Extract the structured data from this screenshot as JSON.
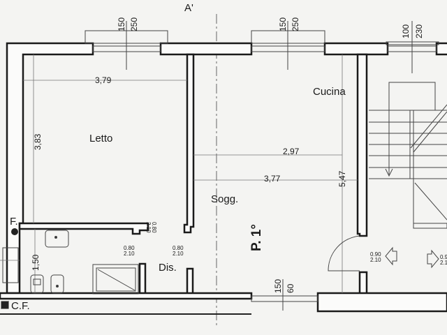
{
  "plan": {
    "section_mark": "A'",
    "floor_label": "P. 1°",
    "rooms": {
      "letto": "Letto",
      "cucina": "Cucina",
      "soggiorno": "Sogg.",
      "disimpegno": "Dis."
    },
    "symbols": {
      "flue": "F.",
      "chimney_flue": "C.F."
    },
    "dimensions": {
      "letto_width": "3,79",
      "letto_depth": "3,83",
      "cucina_width": "2,97",
      "sogg_width": "3,77",
      "sogg_depth": "5,47",
      "bath_depth": "1,50"
    },
    "windows": [
      {
        "sill": "150",
        "height": "250"
      },
      {
        "sill": "150",
        "height": "250"
      },
      {
        "sill": "100",
        "height": "230"
      },
      {
        "sill": "150",
        "height": "60"
      }
    ],
    "doors": [
      {
        "width": "0.80",
        "height": "2.10"
      },
      {
        "width": "0.80",
        "height": "2.10"
      },
      {
        "width": "0.80",
        "height": "2.10"
      },
      {
        "width": "0.90",
        "height": "2.10"
      },
      {
        "width": "0.9",
        "height": "2.1"
      }
    ]
  }
}
